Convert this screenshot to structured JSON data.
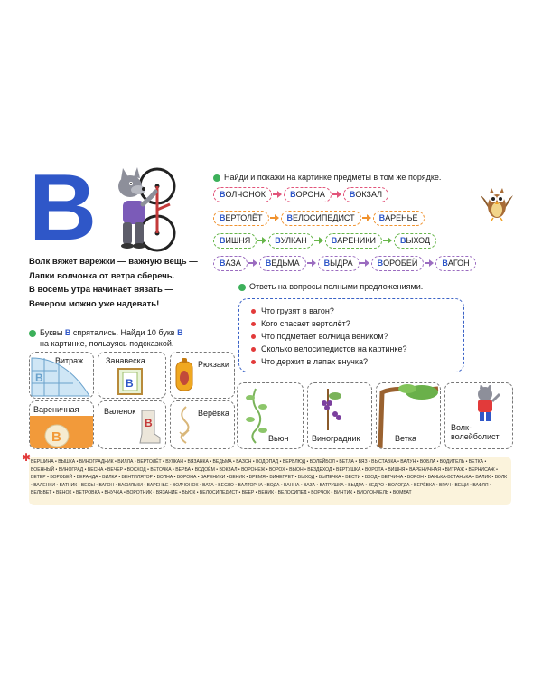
{
  "letter": "В",
  "poem": [
    "Волк вяжет варежки — важную вещь —",
    "Лапки волчонка от ветра сберечь.",
    "В восемь утра начинает вязать —",
    "Вечером можно уже надевать!"
  ],
  "task_order": "Найди и покажи на картинке предметы в том же порядке.",
  "word_rows": [
    {
      "color": "#e2547a",
      "words": [
        {
          "first": "В",
          "rest": "ОЛЧОНОК"
        },
        {
          "first": "В",
          "rest": "ОРОНА"
        },
        {
          "first": "В",
          "rest": "ОКЗАЛ"
        }
      ]
    },
    {
      "color": "#f0922e",
      "words": [
        {
          "first": "В",
          "rest": "ЕРТОЛЁТ"
        },
        {
          "first": "В",
          "rest": "ЕЛОСИПЕДИСТ"
        },
        {
          "first": "В",
          "rest": "АРЕНЬЕ"
        }
      ]
    },
    {
      "color": "#67b64a",
      "words": [
        {
          "first": "В",
          "rest": "ИШНЯ"
        },
        {
          "first": "В",
          "rest": "УЛКАН"
        },
        {
          "first": "В",
          "rest": "АРЕНИКИ"
        },
        {
          "first": "В",
          "rest": "ЫХОД"
        }
      ]
    },
    {
      "color": "#9b6cc0",
      "words": [
        {
          "first": "В",
          "rest": "АЗА"
        },
        {
          "first": "В",
          "rest": "ЕДЬМА"
        },
        {
          "first": "В",
          "rest": "ЫДРА"
        },
        {
          "first": "В",
          "rest": "ОРОБЕЙ"
        },
        {
          "first": "В",
          "rest": "АГОН"
        }
      ]
    }
  ],
  "task_answer": "Ответь на вопросы полными предложениями.",
  "questions": [
    "Что грузят в вагон?",
    "Кого спасает вертолёт?",
    "Что подметает волчица веником?",
    "Сколько велосипедистов на картинке?",
    "Что держит в лапах внучка?"
  ],
  "task_hidden": {
    "part1": "Буквы ",
    "letter1": "В",
    "part2": " спрятались. Найди 10 букв ",
    "letter2": "В",
    "line2": "на картинке, пользуясь подсказкой."
  },
  "hint_cards": [
    "Витраж",
    "Занавеска",
    "Рюкзаки",
    "Вареничная",
    "Валенок",
    "Верёвка"
  ],
  "picture_cards": [
    "Вьюн",
    "Виноградник",
    "Ветка",
    "Волк-волейболист"
  ],
  "colors": {
    "blue": "#2f57c8",
    "green": "#3cb05a",
    "red": "#e23a3a",
    "cream": "#fbf3dc"
  },
  "word_list": "ВЕРШИНА • ВЫШКА • ВИНОГРАДНИК • ВИЛЛА • ВЕРТОЛЁТ • ВУЛКАН • ВЯЗАНКА • ВЕДЬМА • ВАЗОН • ВОДОПАД • ВЕРБЛЮД • ВОЛЕЙБОЛ • ВЕТЛА • ВЯЗ • ВЫСТАВКА • ВАЛУН • ВОБЛА • ВОДИТЕЛЬ • ВЕТКА • ВОЕННЫЙ • ВИНОГРАД • ВЕСНА • ВЕЧЕР • ВОСХОД • ВЕТОЧКА • ВЕРБА • ВОДОЁМ • ВОКЗАЛ • ВОРОНЕЖ • ВОРОХ • ВЫОН • ВЕЗДЕХОД • ВЕРТУШКА • ВОРОТА • ВИШНЯ • ВАРЕНИЧНАЯ • ВИТРАЖ • ВЕРНИСАЖ • ВЕТЕР • ВОРОБЕЙ • ВЕРАНДА • ВИЛКА • ВЕНТИЛЯТОР • ВОЛНА • ВОРОНА • ВАРЕНИКИ • ВЕНИК • ВРЕМЯ • ВИНЕГРЕТ • ВЫХОД • ВЫПЕЧКА • ВЕСТИ • ВХОД • ВЕТЧИНА • ВОРОН • ВАНЬКА-ВСТАНЬКА • ВАЛИК • ВОЛК • ВАЛЕНКИ • ВАТНИК • ВЕСЫ • ВАГОН • ВАСИЛЬКИ • ВАРЕНЬЕ • ВОЛЧОНОК • ВАТА • ВЕСЛО • ВАЛТОРНА • ВОДА • ВАННА • ВАЗА • ВАТРУШКА • ВЫДРА • ВЕДРО • ВОЛОГДА • ВЕРЁВКА • ВРАЧ • ВЕЩИ • ВАФЛЯ • ВЕЛЬВЕТ • ВЕНОК • ВЕТРОВКА • ВНУЧКА • ВОРОТНИК • ВЯЗАНИЕ • ВЬЮК • ВЕЛОСИПЕДИСТ • ВЕЕР • ВЕНИК • ВЕЛОСИПЕД • ВОРЧОК • ВИНТИК • ВИОЛОНЧЕЛЬ • ВОМБАТ"
}
